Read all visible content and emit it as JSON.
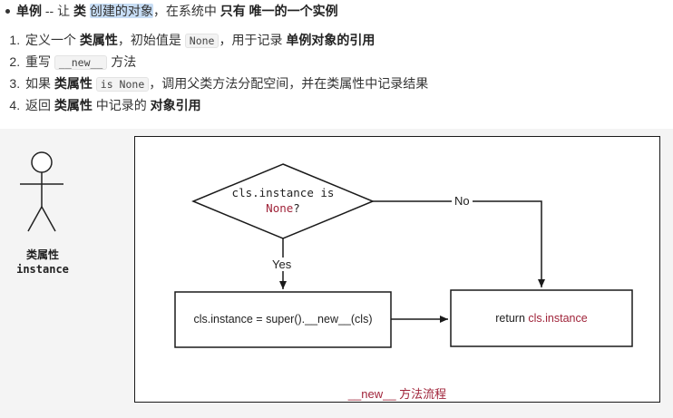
{
  "header": {
    "term": "单例",
    "dash": " -- 让 ",
    "class_word": "类",
    "created_objects": "创建的对象",
    "middle": "，在系统中 ",
    "only_one_instance": "只有 唯一的一个实例"
  },
  "steps": [
    {
      "t1": "定义一个 ",
      "b1": "类属性",
      "t2": "，初始值是 ",
      "code": "None",
      "t3": "，用于记录 ",
      "b2": "单例对象的引用"
    },
    {
      "t1": "重写 ",
      "code": "__new__",
      "t2": " 方法"
    },
    {
      "t1": "如果 ",
      "b1": "类属性",
      "t2": " ",
      "code": "is None",
      "t3": "，调用父类方法分配空间，并在类属性中记录结果"
    },
    {
      "t1": "返回 ",
      "b1": "类属性",
      "t2": " 中记录的 ",
      "b2": "对象引用"
    }
  ],
  "actor": {
    "label_line1": "类属性",
    "label_line2": "instance"
  },
  "diagram": {
    "decision_line1": "cls.instance is",
    "decision_line2": "None",
    "decision_q": "?",
    "edge_no": "No",
    "edge_yes": "Yes",
    "process_box": "cls.instance = super().__new__(cls)",
    "return_prefix": "return ",
    "return_value": "cls.instance",
    "caption": "__new__  方法流程"
  }
}
